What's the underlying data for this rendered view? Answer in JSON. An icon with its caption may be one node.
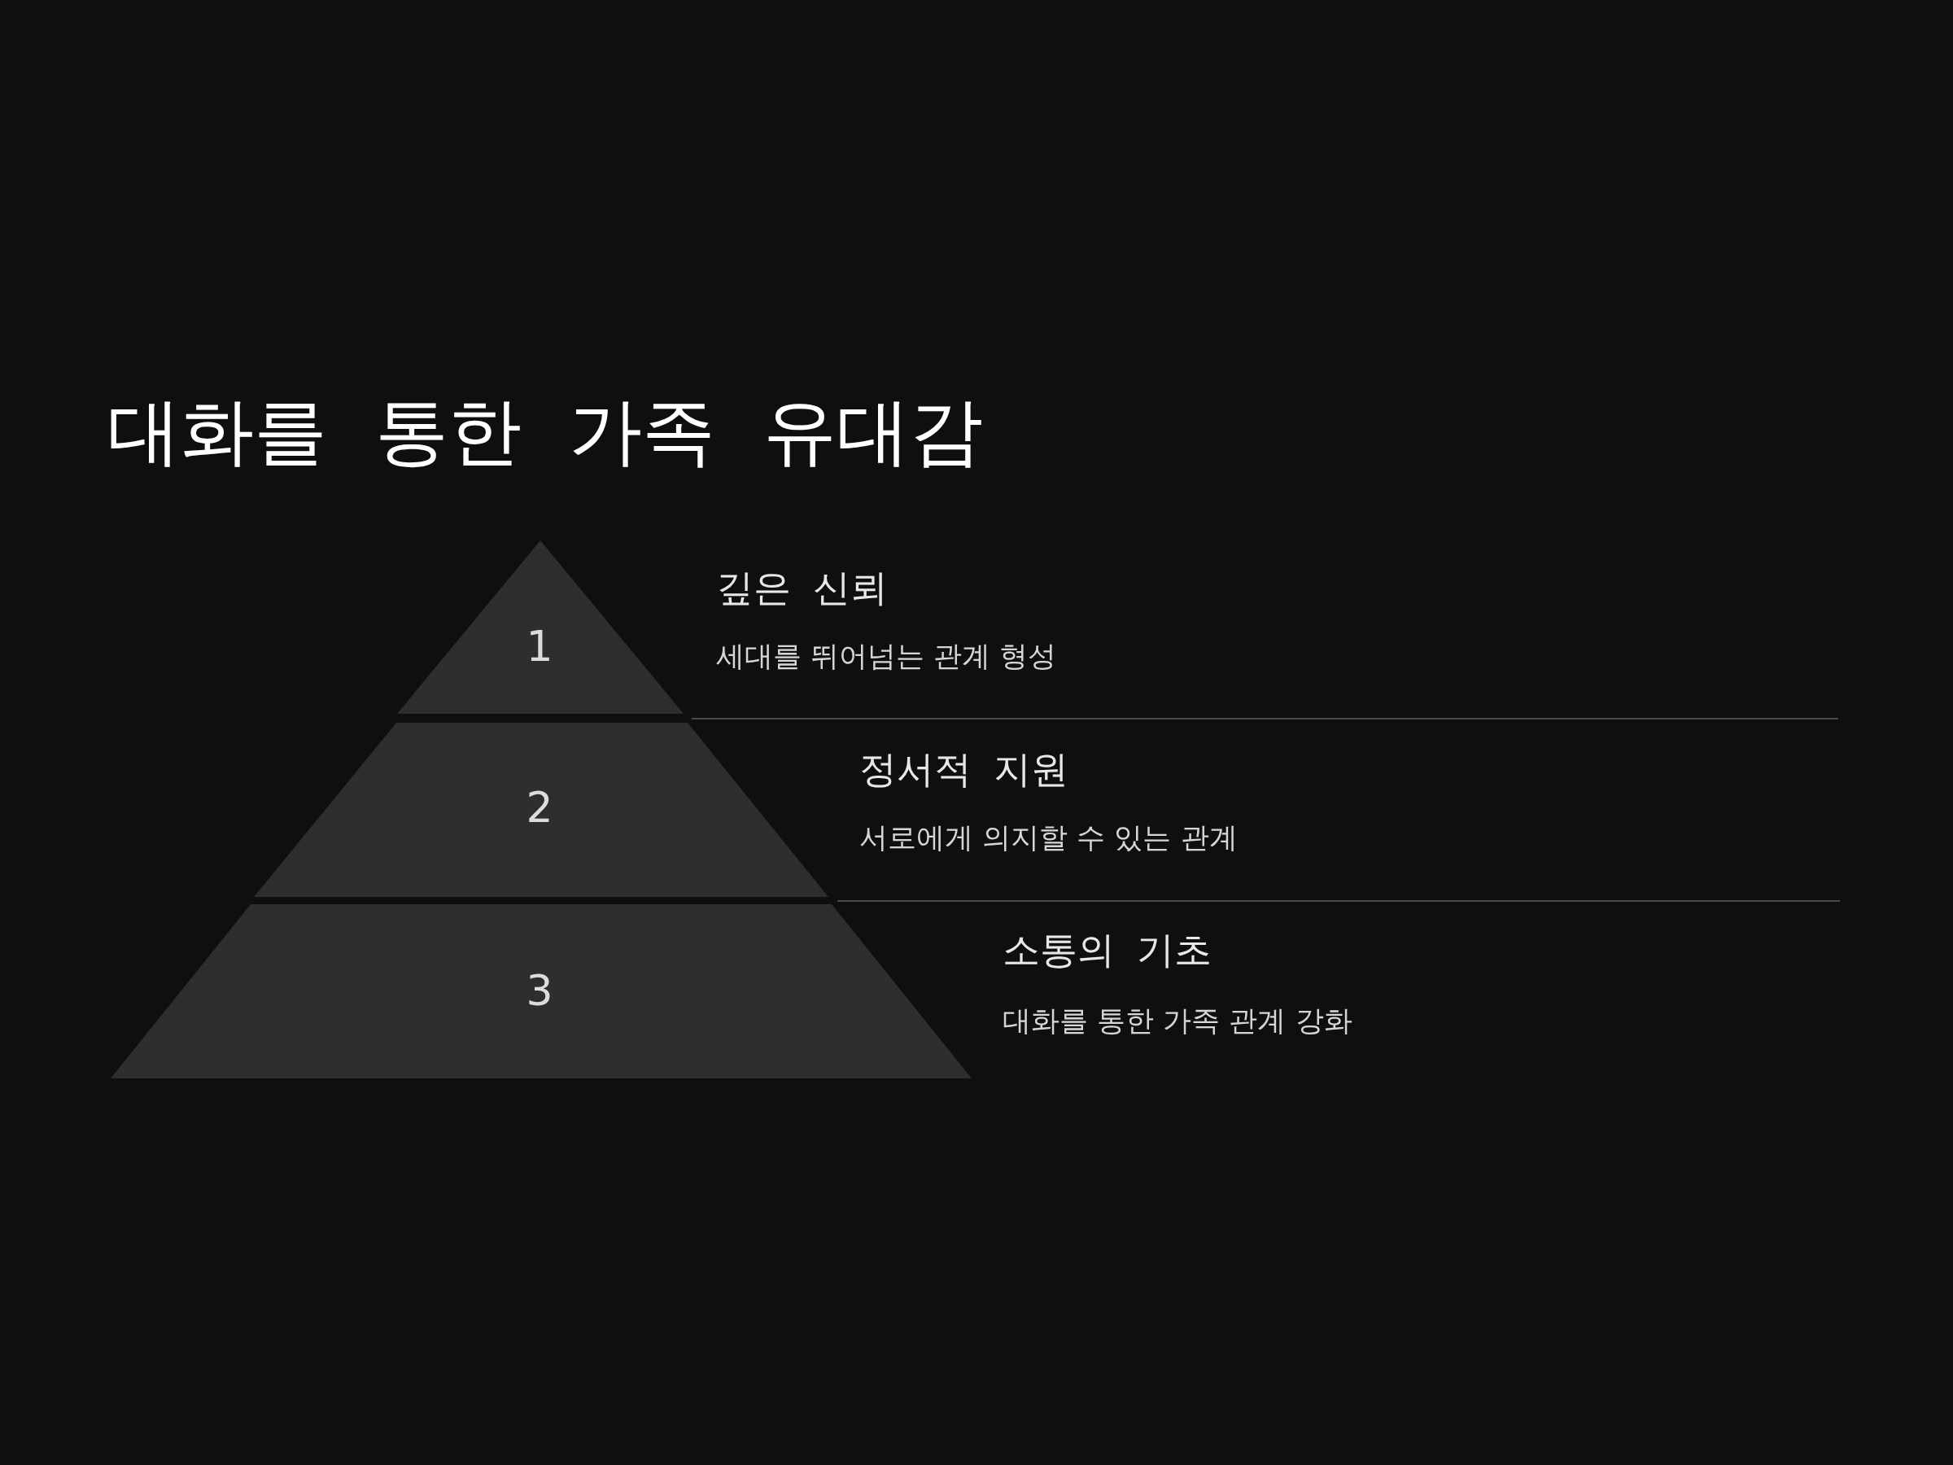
{
  "diagram": {
    "title": "대화를 통한 가족 유대감",
    "nodes": [
      {
        "text": [
          "1"
        ],
        "beside": [
          "깊은 신뢰",
          "세대를 뛰어넘는 관계 형성"
        ]
      },
      {
        "text": [
          "2"
        ],
        "beside": [
          "정서적 지원",
          "서로에게 의지할 수 있는 관계"
        ]
      },
      {
        "text": [
          "3"
        ],
        "beside": [
          "소통의 기초",
          "대화를 통한 가족 관계 강화"
        ]
      }
    ],
    "edges": []
  }
}
